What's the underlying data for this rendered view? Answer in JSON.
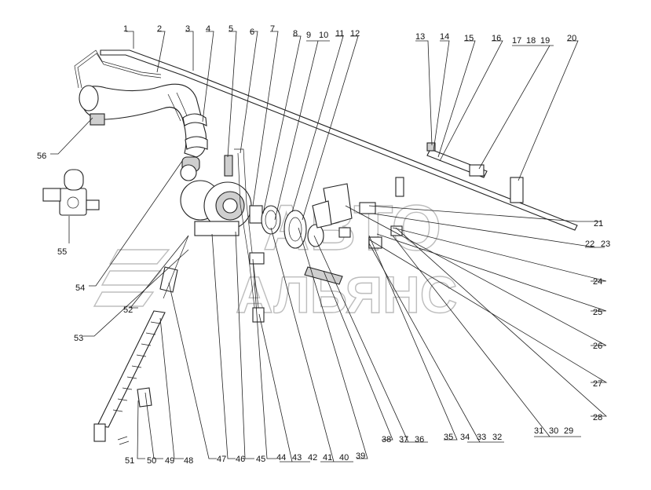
{
  "watermark": {
    "line1": "АВТО",
    "line2": "АЛЬЯНС"
  },
  "callouts": [
    "1",
    "2",
    "3",
    "4",
    "5",
    "6",
    "7",
    "8",
    "9",
    "10",
    "11",
    "12",
    "13",
    "14",
    "15",
    "16",
    "17",
    "18",
    "19",
    "20",
    "21",
    "22",
    "23",
    "24",
    "25",
    "26",
    "27",
    "28",
    "29",
    "30",
    "31",
    "32",
    "33",
    "34",
    "35",
    "36",
    "37",
    "38",
    "39",
    "40",
    "41",
    "42",
    "43",
    "44",
    "45",
    "46",
    "47",
    "48",
    "49",
    "50",
    "51",
    "52",
    "53",
    "54",
    "55",
    "56"
  ]
}
